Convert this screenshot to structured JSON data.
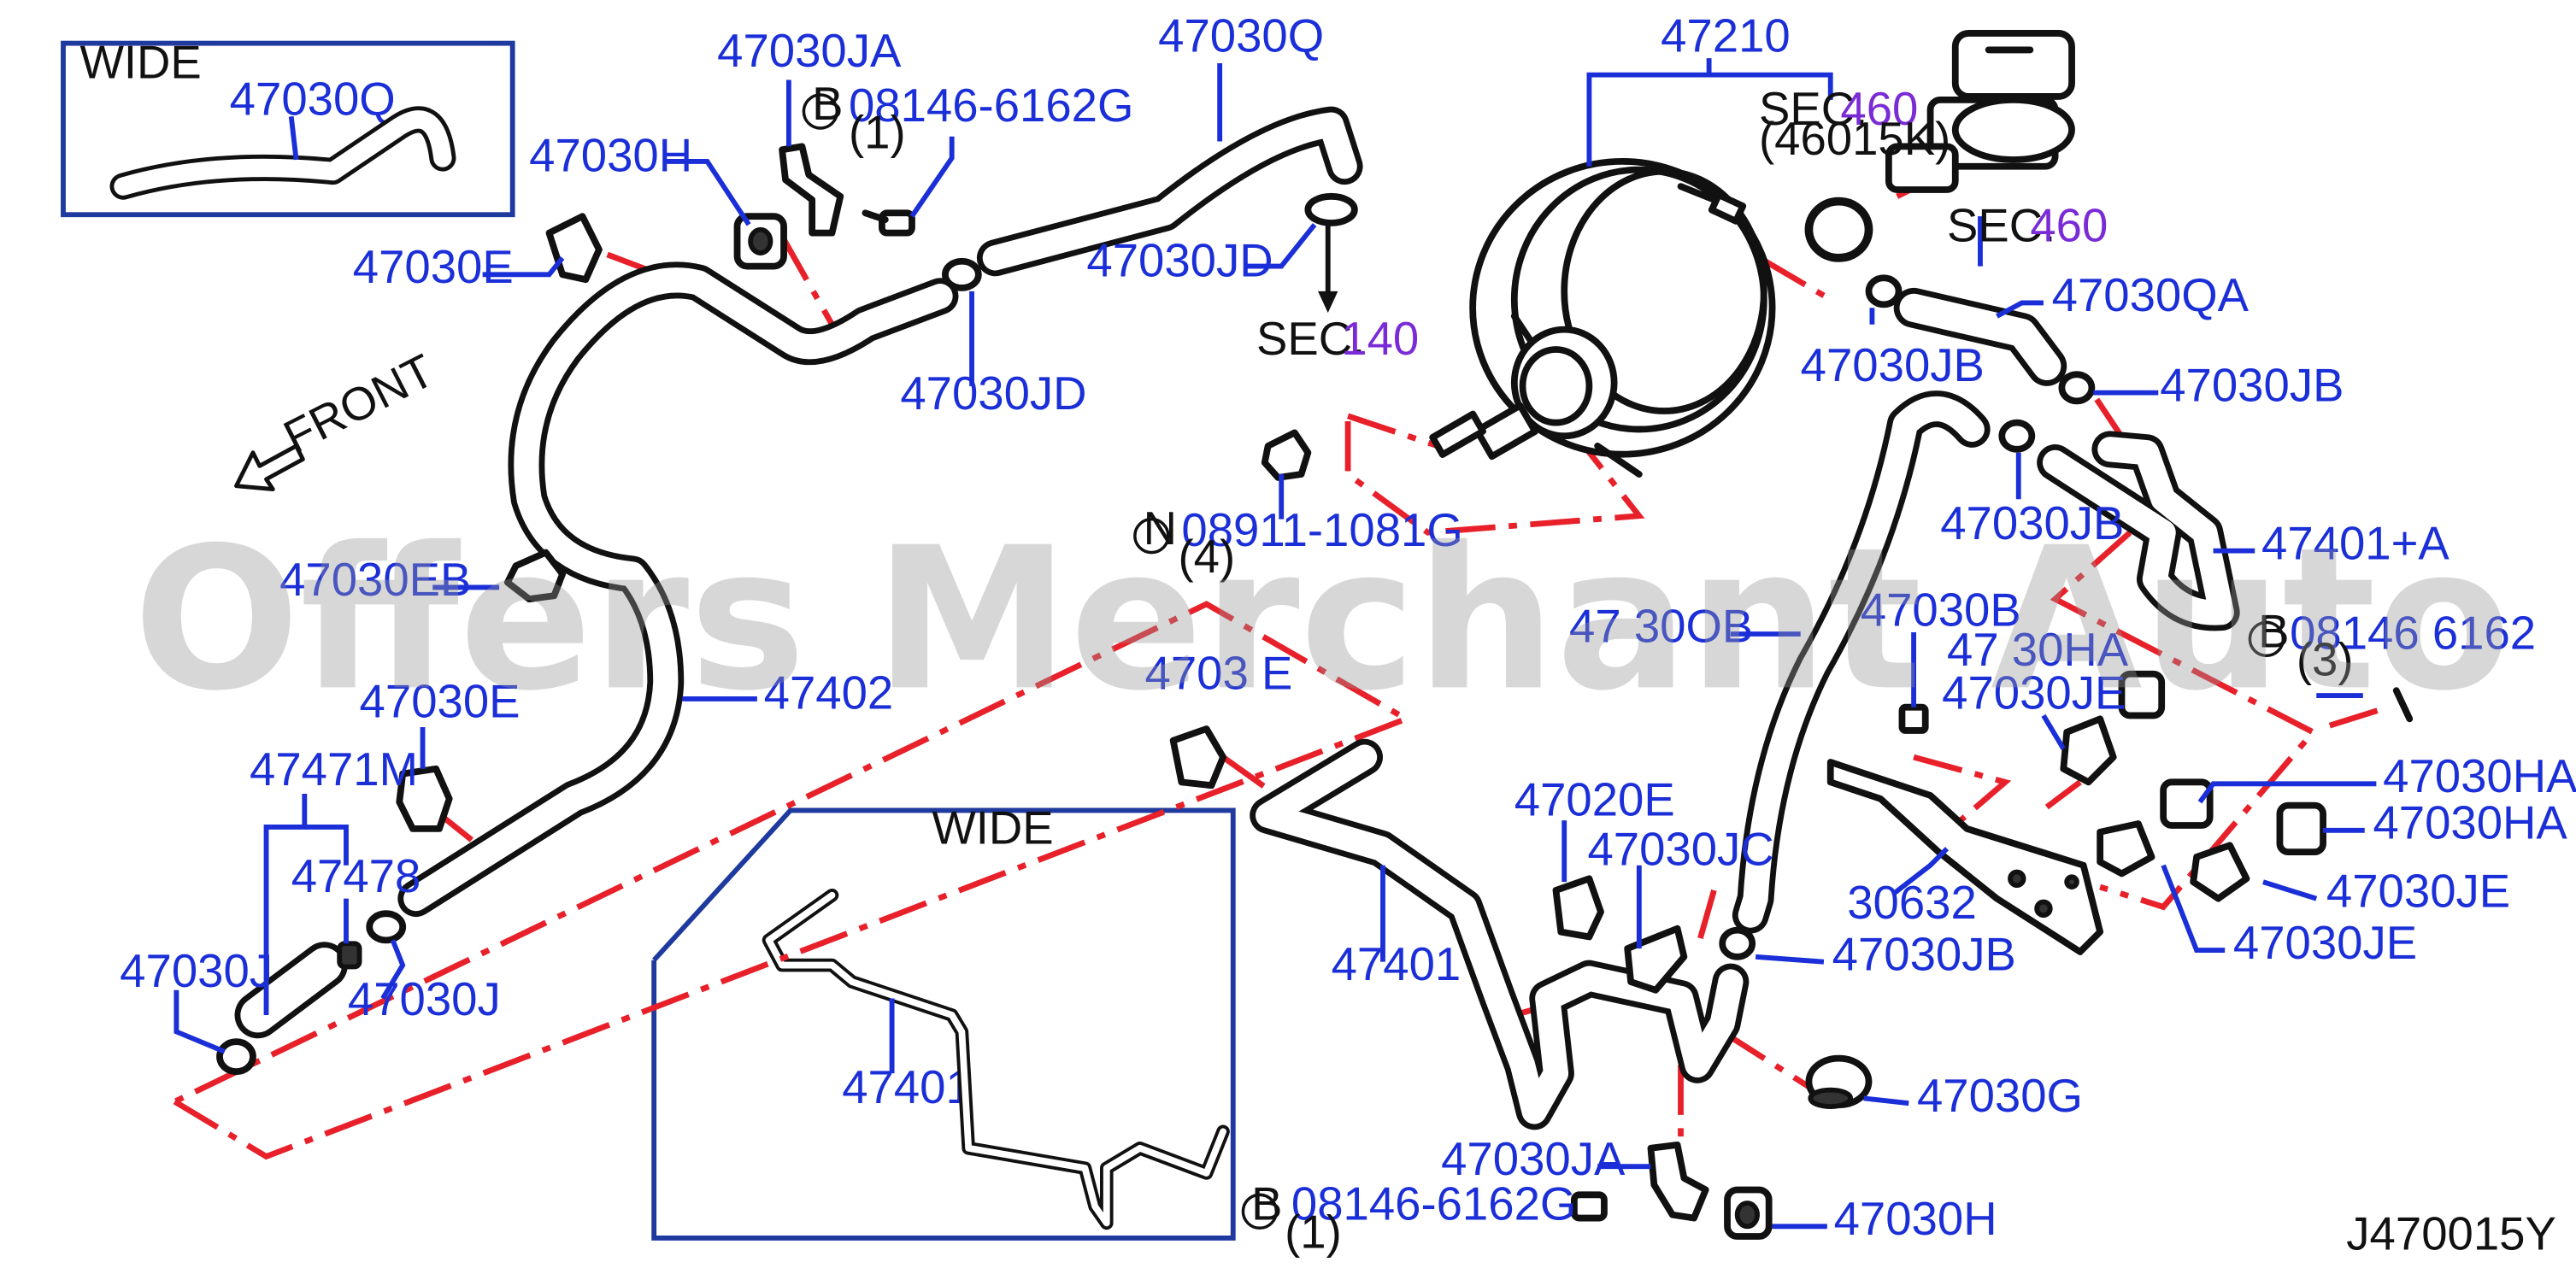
{
  "insets": {
    "left_title": "WIDE",
    "left_part": "47030Q",
    "bottom_title": "WIDE",
    "bottom_part": "47401"
  },
  "labels": {
    "p47030JA_top": "47030JA",
    "p47030H_top": "47030H",
    "p47030E_top": "47030E",
    "p08146_top": "08146-6162G",
    "p08146_top_qty": "(1)",
    "p47030Q": "47030Q",
    "p47030JD_right": "47030JD",
    "p47030JD_left": "47030JD",
    "p47030EB": "47030EB",
    "p47402": "47402",
    "p47030E_mid": "47030E",
    "p47471M": "47471M",
    "p47478": "47478",
    "p47030J_left": "47030J",
    "p47030J_right": "47030J",
    "p47210": "47210",
    "sec460_top_prefix": "SEC.",
    "sec460_top_num": "460",
    "sec460_top_ref": "(46015K)",
    "sec460_right_prefix": "SEC.",
    "sec460_right_num": "460",
    "sec140_prefix": "SEC.",
    "sec140_num": "140",
    "p47030QA": "47030QA",
    "p47030JB_a": "47030JB",
    "p47030JB_b": "47030JB",
    "p47030JB_c": "47030JB",
    "p08911": "08911-1081G",
    "p08911_qty": "(4)",
    "p47401A": "47401+A",
    "p4703OB": "47 30OB",
    "p47030B": "47030B",
    "p08146_right": "08146 6162",
    "p08146_right_qty": "(3)",
    "p4703HA": "47 30HA",
    "p47030JE_a": "47030JE",
    "p47030HA_a": "47030HA",
    "p47030HA_b": "47030HA",
    "p47030JE_b": "47030JE",
    "p47030JE_c": "47030JE",
    "p30632": "30632",
    "p4703OE_mid": "4703 E",
    "p47020E": "47020E",
    "p47030JC": "47030JC",
    "p47401_main": "47401",
    "p47030G": "47030G",
    "p47030JA_bottom": "47030JA",
    "p47030H_bottom": "47030H",
    "p08146_bottom": "08146-6162G",
    "p08146_bottom_qty": "(1)",
    "front": "FRONT",
    "diagram_code": "J470015Y",
    "circle_B": "B",
    "circle_N": "N"
  },
  "watermark": "Offers Merchant Auto Parts Catalog PARTSTORE.SA",
  "colors": {
    "label": "#1b2fd8",
    "section_ref": "#7a2bd6",
    "dash_line": "#e8202a",
    "inset_border": "#1f3a9e"
  }
}
